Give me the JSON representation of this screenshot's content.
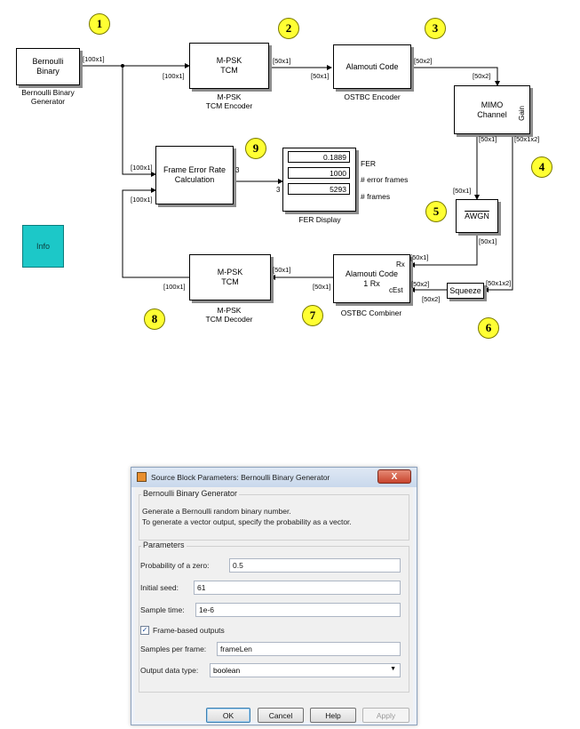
{
  "diagram": {
    "blocks": {
      "bernoulli": {
        "label": "Bernoulli\nBinary",
        "caption": "Bernoulli Binary\nGenerator"
      },
      "tcm_enc": {
        "label": "M-PSK\nTCM",
        "caption": "M-PSK\nTCM Encoder"
      },
      "ostbc_enc": {
        "label": "Alamouti Code",
        "caption": "OSTBC Encoder"
      },
      "mimo": {
        "label": "MIMO\nChannel",
        "gain": "Gain"
      },
      "fer_calc": {
        "label": "Frame Error Rate\nCalculation",
        "in_port": "3"
      },
      "fer_display": {
        "caption": "FER Display",
        "values": [
          "0.1889",
          "1000",
          "5293"
        ],
        "labels": [
          "FER",
          "# error frames",
          "# frames"
        ],
        "in_port": "3"
      },
      "awgn": {
        "label": "AWGN"
      },
      "tcm_dec": {
        "label": "M-PSK\nTCM",
        "caption": "M-PSK\nTCM Decoder"
      },
      "ostbc_comb": {
        "label": "Alamouti Code\n1 Rx",
        "caption": "OSTBC Combiner",
        "port_rx": "Rx",
        "port_cest": "cEst"
      },
      "squeeze": {
        "label": "Squeeze"
      },
      "info": {
        "label": "Info"
      }
    },
    "signals": {
      "s1": "[100x1]",
      "s2": "[100x1]",
      "s3": "[50x1]",
      "s4": "[50x1]",
      "s5": "[50x2]",
      "s6": "[50x2]",
      "s7": "[50x1]",
      "s8": "[50x1x2]",
      "s9": "[100x1]",
      "s10": "[100x1]",
      "s11": "[50x1]",
      "s12": "[50x1]",
      "s13": "[50x1]",
      "s14": "[50x2]",
      "s15": "[50x1x2]",
      "s16": "[50x2]",
      "s17": "[50x1]",
      "s18": "[100x1]"
    },
    "markers": [
      "1",
      "2",
      "3",
      "4",
      "5",
      "6",
      "7",
      "8",
      "9"
    ]
  },
  "dialog": {
    "title": "Source Block Parameters: Bernoulli Binary Generator",
    "close_label": "X",
    "group_title": "Bernoulli Binary Generator",
    "description_line1": "Generate a Bernoulli random binary number.",
    "description_line2": "To generate a vector output, specify the probability as a vector.",
    "params_title": "Parameters",
    "fields": {
      "prob_zero": {
        "label": "Probability of a zero:",
        "value": "0.5"
      },
      "seed": {
        "label": "Initial seed:",
        "value": "61"
      },
      "sample_time": {
        "label": "Sample time:",
        "value": "1e-6"
      },
      "frame_based": {
        "label": "Frame-based outputs",
        "checked": true
      },
      "samples_per_frame": {
        "label": "Samples per frame:",
        "value": "frameLen"
      },
      "output_type": {
        "label": "Output data type:",
        "value": "boolean"
      }
    },
    "buttons": {
      "ok": "OK",
      "cancel": "Cancel",
      "help": "Help",
      "apply": "Apply"
    }
  }
}
